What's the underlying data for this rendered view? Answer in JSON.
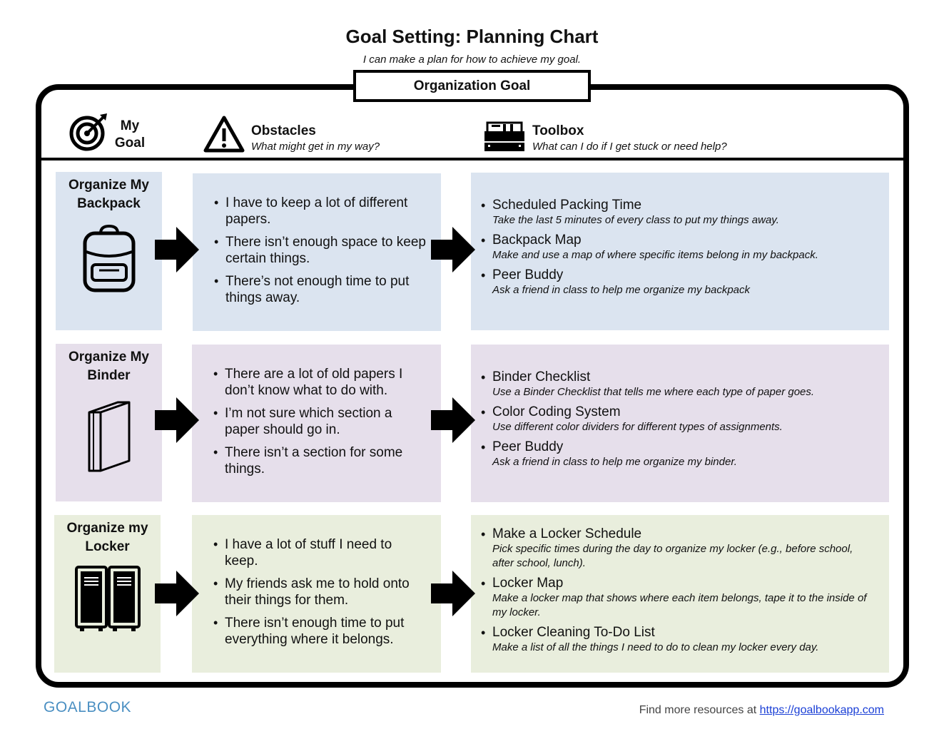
{
  "title": "Goal Setting: Planning Chart",
  "subtitle": "I can make a plan for how to achieve my goal.",
  "goal_box": "Organization Goal",
  "headers": {
    "goal": {
      "line1": "My",
      "line2": "Goal",
      "icon": "target-icon"
    },
    "obstacles": {
      "title": "Obstacles",
      "subtitle": "What might get in my way?",
      "icon": "warning-icon"
    },
    "toolbox": {
      "title": "Toolbox",
      "subtitle": "What can I do if I get stuck or need help?",
      "icon": "toolbox-icon"
    }
  },
  "colors": {
    "blue": "#dbe4f0",
    "purple": "#e6dfeb",
    "green": "#e9eedd"
  },
  "rows": [
    {
      "goal": "Organize My Backpack",
      "icon": "backpack-icon",
      "obstacles": [
        "I have to keep a lot of different papers.",
        "There isn’t enough space to keep certain things.",
        "There’s not enough time to put things away."
      ],
      "tools": [
        {
          "name": "Scheduled Packing Time",
          "desc": "Take the last 5 minutes of every class to put my things away."
        },
        {
          "name": "Backpack Map",
          "desc": "Make and use a map of where specific items belong in my backpack."
        },
        {
          "name": "Peer Buddy",
          "desc": "Ask a friend in class to help me organize my backpack"
        }
      ]
    },
    {
      "goal": "Organize My Binder",
      "icon": "binder-icon",
      "obstacles": [
        "There are a lot of old papers I don’t know what to do with.",
        "I’m not sure which section a paper should go in.",
        "There isn’t a section for some things."
      ],
      "tools": [
        {
          "name": "Binder Checklist",
          "desc": "Use a Binder Checklist that tells me where each type of paper goes."
        },
        {
          "name": "Color Coding System",
          "desc": "Use different color dividers for different types of assignments."
        },
        {
          "name": "Peer Buddy",
          "desc": "Ask a friend in class to help me organize my binder."
        }
      ]
    },
    {
      "goal": "Organize my Locker",
      "icon": "locker-icon",
      "obstacles": [
        "I have a lot of stuff I need to keep.",
        "My friends ask me to hold onto their things for them.",
        "There isn’t enough time to put everything where it belongs."
      ],
      "tools": [
        {
          "name": "Make a Locker Schedule",
          "desc": "Pick specific times during the day to organize my locker (e.g., before school, after school, lunch)."
        },
        {
          "name": "Locker Map",
          "desc": "Make a locker map that shows where each item belongs, tape it to the inside of my locker."
        },
        {
          "name": "Locker Cleaning To-Do List",
          "desc": "Make a list of all the things I need to do to clean my locker every day."
        }
      ]
    }
  ],
  "footer": {
    "text": "Find more resources at ",
    "link": "https://goalbookapp.com",
    "logo": "GOALBOOK"
  }
}
